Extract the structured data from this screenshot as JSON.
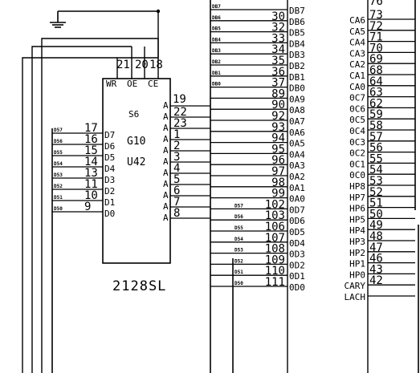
{
  "chip": {
    "part": "2128SL",
    "pins_top": [
      "WR",
      "OE",
      "CE"
    ],
    "pin_nums_top": [
      "21",
      "20",
      "18"
    ],
    "designator": [
      "S6",
      "G10",
      "U42"
    ],
    "pin19": "19",
    "data_pins": [
      {
        "net": "D57",
        "num": "17",
        "label": "D7"
      },
      {
        "net": "D56",
        "num": "16",
        "label": "D6"
      },
      {
        "net": "D55",
        "num": "15",
        "label": "D5"
      },
      {
        "net": "D54",
        "num": "14",
        "label": "D4"
      },
      {
        "net": "D53",
        "num": "13",
        "label": "D3"
      },
      {
        "net": "D52",
        "num": "11",
        "label": "D2"
      },
      {
        "net": "D51",
        "num": "10",
        "label": "D1"
      },
      {
        "net": "D50",
        "num": "9",
        "label": "D0"
      }
    ],
    "addr_pins": [
      {
        "num": "22"
      },
      {
        "num": "23"
      },
      {
        "num": "1"
      },
      {
        "num": "2"
      },
      {
        "num": "3"
      },
      {
        "num": "4"
      },
      {
        "num": "5"
      },
      {
        "num": "6"
      },
      {
        "num": "7"
      },
      {
        "num": "8"
      }
    ],
    "addr_marker": "A"
  },
  "connector_left": [
    {
      "net": "DB7",
      "num": "",
      "label": "DB7"
    },
    {
      "net": "DB6",
      "num": "30",
      "label": "DB6"
    },
    {
      "net": "DB5",
      "num": "32",
      "label": "DB5"
    },
    {
      "net": "DB4",
      "num": "33",
      "label": "DB4"
    },
    {
      "net": "DB3",
      "num": "34",
      "label": "DB3"
    },
    {
      "net": "DB2",
      "num": "35",
      "label": "DB2"
    },
    {
      "net": "DB1",
      "num": "36",
      "label": "DB1"
    },
    {
      "net": "DB0",
      "num": "37",
      "label": "DB0"
    },
    {
      "net": "",
      "num": "89",
      "label": "0A9"
    },
    {
      "net": "",
      "num": "90",
      "label": "0A8"
    },
    {
      "net": "",
      "num": "92",
      "label": "0A7"
    },
    {
      "net": "",
      "num": "93",
      "label": "0A6"
    },
    {
      "net": "",
      "num": "94",
      "label": "0A5"
    },
    {
      "net": "",
      "num": "95",
      "label": "0A4"
    },
    {
      "net": "",
      "num": "96",
      "label": "0A3"
    },
    {
      "net": "",
      "num": "97",
      "label": "0A2"
    },
    {
      "net": "",
      "num": "98",
      "label": "0A1"
    },
    {
      "net": "",
      "num": "99",
      "label": "0A0"
    },
    {
      "net": "D57",
      "num": "102",
      "label": "0D7"
    },
    {
      "net": "D56",
      "num": "103",
      "label": "0D6"
    },
    {
      "net": "D55",
      "num": "106",
      "label": "0D5"
    },
    {
      "net": "D54",
      "num": "107",
      "label": "0D4"
    },
    {
      "net": "D53",
      "num": "108",
      "label": "0D3"
    },
    {
      "net": "D52",
      "num": "109",
      "label": "0D2"
    },
    {
      "net": "D51",
      "num": "110",
      "label": "0D1"
    },
    {
      "net": "D50",
      "num": "111",
      "label": "0D0"
    }
  ],
  "connector_right": [
    {
      "label": "CA6",
      "num": "73"
    },
    {
      "label": "CA5",
      "num": "72"
    },
    {
      "label": "CA4",
      "num": "71"
    },
    {
      "label": "CA3",
      "num": "70"
    },
    {
      "label": "CA2",
      "num": "69"
    },
    {
      "label": "CA1",
      "num": "68"
    },
    {
      "label": "CA0",
      "num": "64"
    },
    {
      "label": "0C7",
      "num": "63"
    },
    {
      "label": "0C6",
      "num": "62"
    },
    {
      "label": "0C5",
      "num": "59"
    },
    {
      "label": "0C4",
      "num": "58"
    },
    {
      "label": "0C3",
      "num": "57"
    },
    {
      "label": "0C2",
      "num": "56"
    },
    {
      "label": "0C1",
      "num": "55"
    },
    {
      "label": "0C0",
      "num": "54"
    },
    {
      "label": "HP8",
      "num": "53"
    },
    {
      "label": "HP7",
      "num": "52"
    },
    {
      "label": "HP6",
      "num": "51"
    },
    {
      "label": "HP5",
      "num": "50"
    },
    {
      "label": "HP4",
      "num": "49"
    },
    {
      "label": "HP3",
      "num": "48"
    },
    {
      "label": "HP2",
      "num": "47"
    },
    {
      "label": "HP1",
      "num": "46"
    },
    {
      "label": "HP0",
      "num": "43"
    },
    {
      "label": "CARY",
      "num": "42"
    },
    {
      "label": "LACH",
      "num": ""
    }
  ],
  "top_right_partial_num": "76"
}
